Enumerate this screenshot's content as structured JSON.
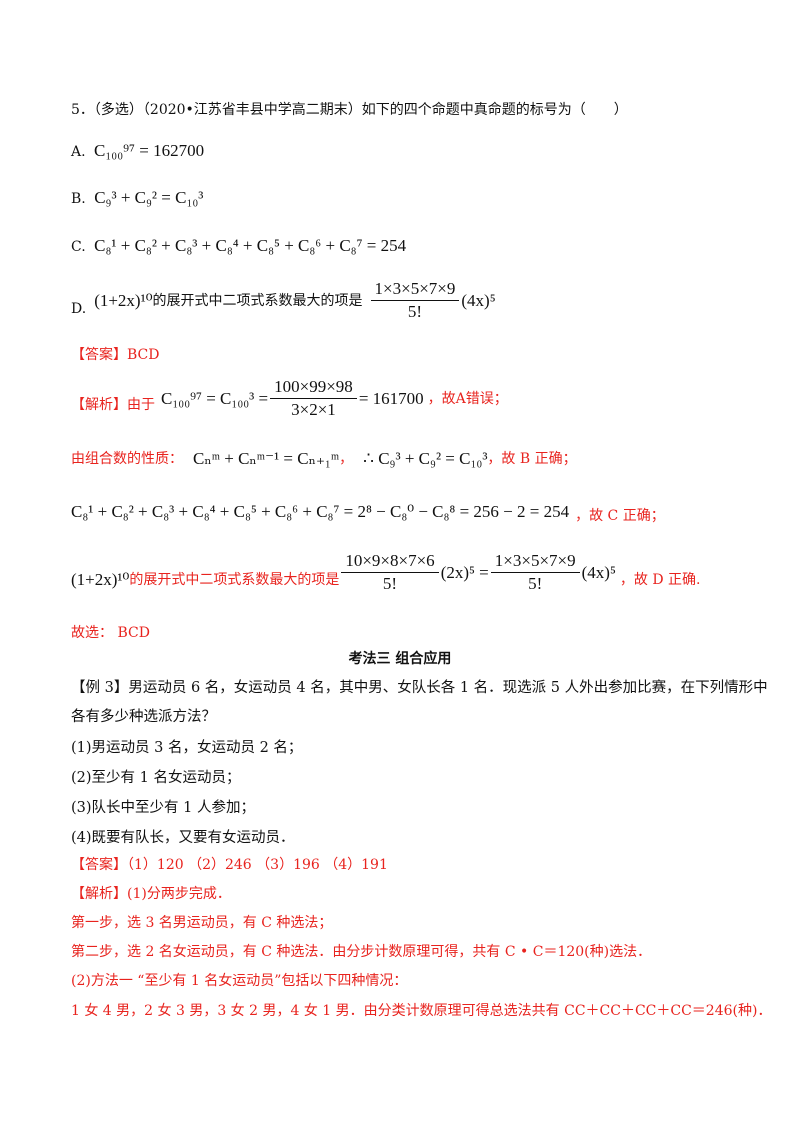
{
  "q5": {
    "header": "5．（多选）（2020•江苏省丰县中学高二期末）如下的四个命题中真命题的标号为（　　）",
    "a_label": "A.",
    "a_expr": "C₁₀₀⁹⁷ = 162700",
    "b_label": "B.",
    "b_expr": "C₉³ + C₉² = C₁₀³",
    "c_label": "C.",
    "c_expr": "C₈¹ + C₈² + C₈³ + C₈⁴ + C₈⁵ + C₈⁶ + C₈⁷ = 254",
    "d_label": "D.",
    "d_prefix": "(1+2x)¹⁰",
    "d_text": "的展开式中二项式系数最大的项是",
    "d_num": "1×3×5×7×9",
    "d_den": "5!",
    "d_tail": "(4x)⁵"
  },
  "answer1": {
    "label": "【答案】",
    "value": "BCD"
  },
  "analysis1": {
    "label": "【解析】由于",
    "l1_expr": "C₁₀₀⁹⁷ = C₁₀₀³ =",
    "l1_num": "100×99×98",
    "l1_den": "3×2×1",
    "l1_res": "= 161700",
    "l1_tail": "，故A错误；",
    "l2_text": "由组合数的性质：",
    "l2_expr1": "Cₙᵐ + Cₙᵐ⁻¹ = Cₙ₊₁ᵐ",
    "l2_sep": "，",
    "l2_expr2": "∴ C₉³ + C₉² = C₁₀³",
    "l2_tail": "，故 B 正确；",
    "l3_expr": "C₈¹ + C₈² + C₈³ + C₈⁴ + C₈⁵ + C₈⁶ + C₈⁷ = 2⁸ − C₈⁰ − C₈⁸ = 256 − 2 = 254",
    "l3_tail": "，故 C 正确；",
    "l4_prefix": "(1+2x)¹⁰",
    "l4_text": "的展开式中二项式系数最大的项是",
    "l4_num1": "10×9×8×7×6",
    "l4_den1": "5!",
    "l4_mid": "(2x)⁵ =",
    "l4_num2": "1×3×5×7×9",
    "l4_den2": "5!",
    "l4_tail_expr": "(4x)⁵",
    "l4_tail": "，故 D 正确."
  },
  "choice1": "故选： BCD",
  "section_title": "考法三  组合应用",
  "example3": {
    "line1": "【例 3】男运动员 6 名，女运动员 4 名，其中男、女队长各 1 名．现选派 5 人外出参加比赛，在下列情形中",
    "line2": "各有多少种选派方法？",
    "q1": "(1)男运动员 3 名，女运动员 2 名；",
    "q2": "(2)至少有 1 名女运动员；",
    "q3": "(3)队长中至少有 1 人参加；",
    "q4": "(4)既要有队长，又要有女运动员．"
  },
  "answer2": {
    "label": "【答案】",
    "value": "（1）120 （2）246  （3）196  （4）191"
  },
  "analysis2": {
    "label": "【解析】",
    "l1": "(1)分两步完成．",
    "l2": "第一步，选 3 名男运动员，有 C 种选法；",
    "l3": "第二步，选 2 名女运动员，有 C 种选法．由分步计数原理可得，共有 C •  C＝120(种)选法．",
    "l4": "(2)方法一  “至少有 1 名女运动员”包括以下四种情况：",
    "l5": "1 女 4 男，2 女 3 男，3 女 2 男，4 女 1 男．由分类计数原理可得总选法共有 CC＋CC＋CC＋CC＝246(种)．"
  }
}
